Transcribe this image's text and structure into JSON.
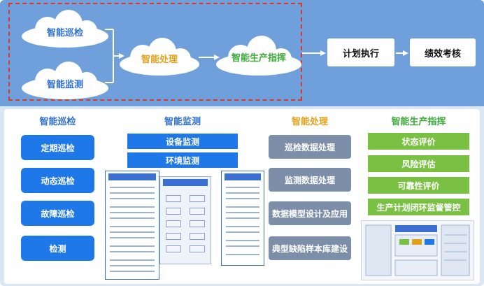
{
  "top": {
    "cloud_patrol": "智能巡检",
    "cloud_monitor": "智能监测",
    "cloud_process": "智能处理",
    "cloud_command": "智能生产指挥",
    "box_plan": "计划执行",
    "box_perf": "绩效考核"
  },
  "columns": {
    "patrol": {
      "title": "智能巡检",
      "items": [
        "定期巡检",
        "动态巡检",
        "故障巡检",
        "检测"
      ]
    },
    "monitor": {
      "title": "智能监测",
      "bars": [
        "设备监测",
        "环境监测"
      ]
    },
    "process": {
      "title": "智能处理",
      "items": [
        "巡检数据处理",
        "监测数据处理",
        "数据模型设计及应用",
        "典型缺陷样本库建设"
      ]
    },
    "command": {
      "title": "智能生产指挥",
      "items": [
        "状态评价",
        "风险评估",
        "可靠性评价",
        "生产计划闭环监督管控"
      ]
    }
  },
  "colors": {
    "top_band": "#6fa0dc",
    "dashed_border": "#d83a2a",
    "blue_button": "#1e78e8",
    "gray_button": "#7d8ea8",
    "green_button": "#7ac143",
    "title_blue": "#2f6fd0",
    "title_gold": "#e3a21a",
    "title_green": "#3ea83a"
  }
}
